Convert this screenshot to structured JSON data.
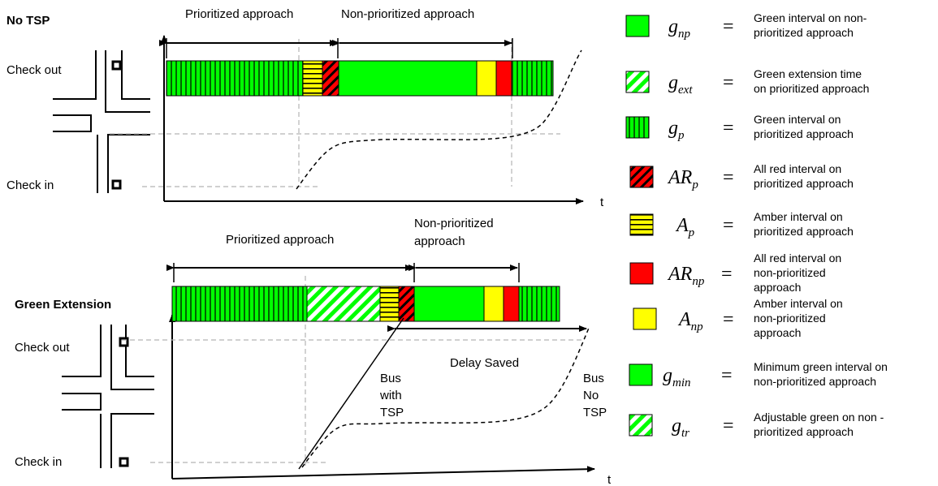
{
  "colors": {
    "green": "#00ff00",
    "green_dark": "#006400",
    "amber": "#ffff00",
    "red": "#ff0000",
    "white": "#ffffff",
    "grid_dashed": "#b4b4b4"
  },
  "top_panel": {
    "title": "No TSP",
    "check_out": "Check out",
    "check_in": "Check in",
    "prioritized_label": "Prioritized approach",
    "nonprioritized_label": "Non-prioritized approach",
    "t_label": "t"
  },
  "bottom_panel": {
    "title": "Green Extension",
    "check_out": "Check out",
    "check_in": "Check in",
    "prioritized_label": "Prioritized approach",
    "nonprioritized_line1": "Non-prioritized",
    "nonprioritized_line2": "approach",
    "delay_saved": "Delay Saved",
    "bus_tsp": [
      "Bus",
      "with",
      "TSP"
    ],
    "bus_notsp": [
      "Bus",
      "No",
      "TSP"
    ],
    "t_label": "t"
  },
  "legend": [
    {
      "sym": "g",
      "sub": "np",
      "pattern": "solid-green",
      "desc": [
        "Green interval on non-",
        "prioritized approach"
      ]
    },
    {
      "sym": "g",
      "sub": "ext",
      "pattern": "diag-green",
      "desc": [
        "Green extension time",
        "on prioritized approach"
      ]
    },
    {
      "sym": "g",
      "sub": "p",
      "pattern": "vert-green",
      "desc": [
        "Green interval on",
        "prioritized approach"
      ]
    },
    {
      "sym": "AR",
      "sub": "p",
      "pattern": "diag-red",
      "desc": [
        "All red interval on",
        "prioritized approach"
      ]
    },
    {
      "sym": "A",
      "sub": "p",
      "pattern": "horiz-amber",
      "desc": [
        "Amber interval on",
        "prioritized approach"
      ]
    },
    {
      "sym": "AR",
      "sub": "np",
      "pattern": "solid-red",
      "desc": [
        "All red interval on",
        "non-prioritized",
        "approach"
      ]
    },
    {
      "sym": "A",
      "sub": "np",
      "pattern": "solid-amber",
      "desc": [
        "Amber interval on",
        "non-prioritized",
        "approach"
      ]
    },
    {
      "sym": "g",
      "sub": "min",
      "pattern": "solid-green",
      "desc": [
        "Minimum green interval on",
        "non-prioritized approach"
      ]
    },
    {
      "sym": "g",
      "sub": "tr",
      "pattern": "diag-green",
      "desc": [
        "Adjustable green on non -",
        "prioritized approach"
      ]
    }
  ],
  "legend_equals": "="
}
